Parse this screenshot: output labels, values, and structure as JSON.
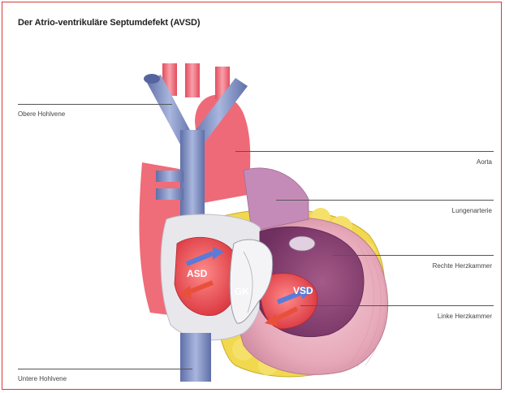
{
  "title": "Der Atrio-ventrikuläre Septumdefekt (AVSD)",
  "labels": {
    "obere_hohlvene": "Obere Hohlvene",
    "aorta": "Aorta",
    "lungenarterie": "Lungenarterie",
    "rechte_herzkammer": "Rechte Herzkammer",
    "linke_herzkammer": "Linke Herzkammer",
    "untere_hohlvene": "Untere Hohlvene"
  },
  "marks": {
    "asd": "ASD",
    "gk": "GK",
    "vsd": "VSD"
  },
  "colors": {
    "frame": "#d83a3a",
    "vein_blue": "#7f8fbf",
    "artery_red": "#f06a78",
    "muscle_pink": "#e6b2c4",
    "fat_yellow": "#f2dc5a"
  }
}
